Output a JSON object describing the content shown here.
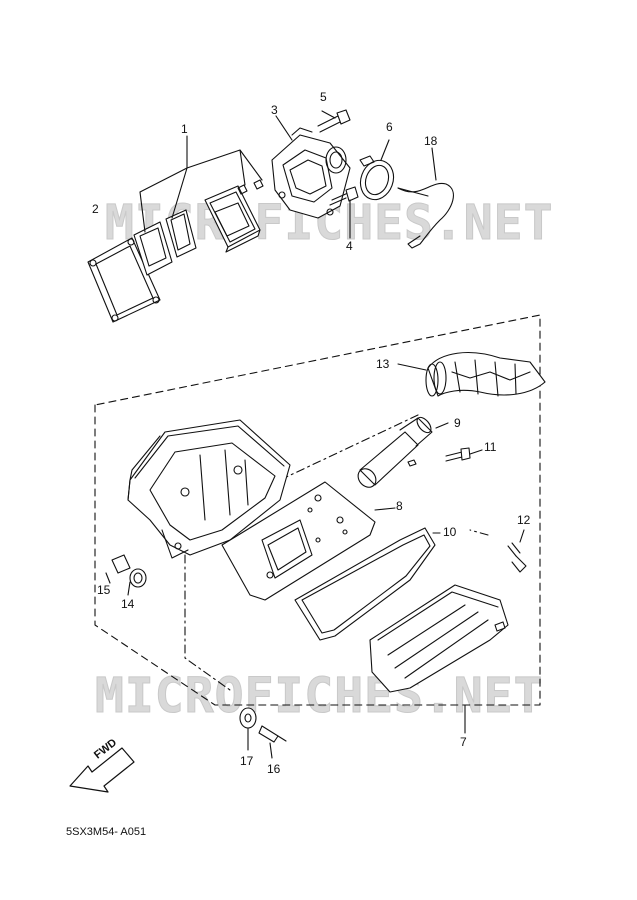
{
  "watermark": "MICROFICHES.NET",
  "direction_arrow_label": "FWD",
  "diagram_code": "5SX3M54- A051",
  "callouts": {
    "c1": "1",
    "c2": "2",
    "c3": "3",
    "c4": "4",
    "c5": "5",
    "c6": "6",
    "c7": "7",
    "c8": "8",
    "c9": "9",
    "c10": "10",
    "c11": "11",
    "c12": "12",
    "c13": "13",
    "c14": "14",
    "c15": "15",
    "c16": "16",
    "c17": "17",
    "c18": "18"
  }
}
